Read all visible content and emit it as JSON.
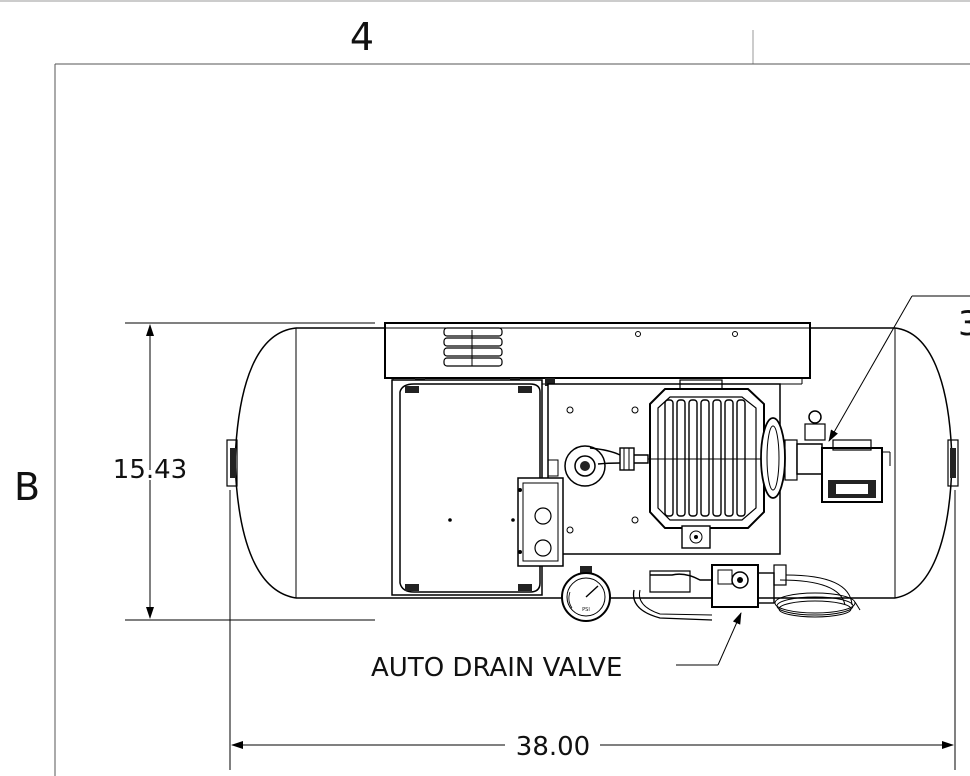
{
  "zone_column_label": "4",
  "zone_row_label": "B",
  "dimensions": {
    "height": "15.43",
    "length": "38.00"
  },
  "callouts": {
    "auto_drain_valve": "AUTO DRAIN VALVE",
    "item_number_partial": "3"
  },
  "gauge_marking": "PSI"
}
